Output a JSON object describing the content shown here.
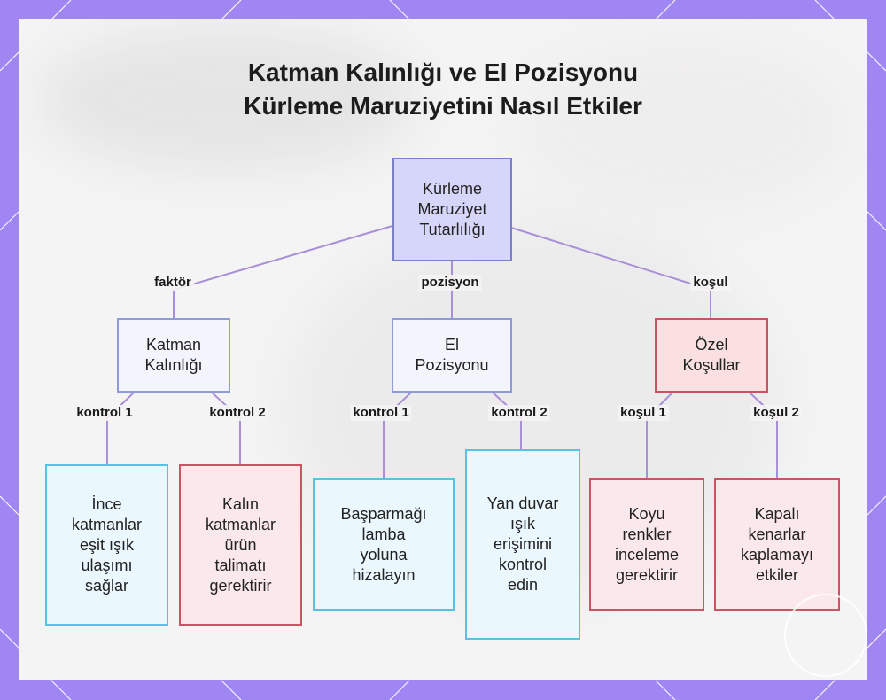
{
  "title": {
    "line1": "Katman Kalınlığı ve El Pozisyonu",
    "line2": "Kürleme Maruziyetini Nasıl Etkiler"
  },
  "nodes": {
    "root": [
      "Kürleme",
      "Maruziyet",
      "Tutarlılığı"
    ],
    "katman": [
      "Katman",
      "Kalınlığı"
    ],
    "el": [
      "El",
      "Pozisyonu"
    ],
    "ozel": [
      "Özel",
      "Koşullar"
    ],
    "ince": [
      "İnce",
      "katmanlar",
      "eşit ışık",
      "ulaşımı",
      "sağlar"
    ],
    "kalin": [
      "Kalın",
      "katmanlar",
      "ürün",
      "talimatı",
      "gerektirir"
    ],
    "basparmak": [
      "Başparmağı",
      "lamba",
      "yoluna",
      "hizalayın"
    ],
    "yan": [
      "Yan duvar",
      "ışık",
      "erişimini",
      "kontrol",
      "edin"
    ],
    "koyu": [
      "Koyu",
      "renkler",
      "inceleme",
      "gerektirir"
    ],
    "kapali": [
      "Kapalı",
      "kenarlar",
      "kaplamayı",
      "etkiler"
    ]
  },
  "edge_labels": {
    "faktor": "faktör",
    "pozisyon": "pozisyon",
    "kosul": "koşul",
    "kontrol1_a": "kontrol 1",
    "kontrol2_a": "kontrol 2",
    "kontrol1_b": "kontrol 1",
    "kontrol2_b": "kontrol 2",
    "kosul1": "koşul 1",
    "kosul2": "koşul 2"
  },
  "colors": {
    "frame": "#9f86f2",
    "edge": "#a98fd8",
    "root_fill": "#d6d6fb",
    "mid_fill": "#f4f5fc",
    "special_fill": "#fbe0e2",
    "leaf_cyan_border": "#58c2e3",
    "leaf_red_border": "#c95463"
  }
}
